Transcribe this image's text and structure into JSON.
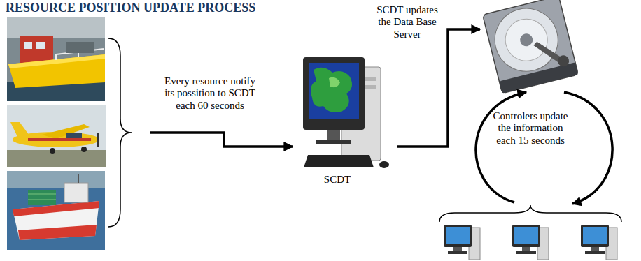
{
  "diagram": {
    "title": "RESOURCE POSITION UPDATE PROCESS",
    "nodes": [
      {
        "text": [
          "SCDT"
        ]
      }
    ],
    "labels": [
      "Every resource notify its possition to SCDT each 60 seconds",
      "SCDT updates the Data Base Server",
      "Controlers update the information each 15 seconds"
    ]
  }
}
